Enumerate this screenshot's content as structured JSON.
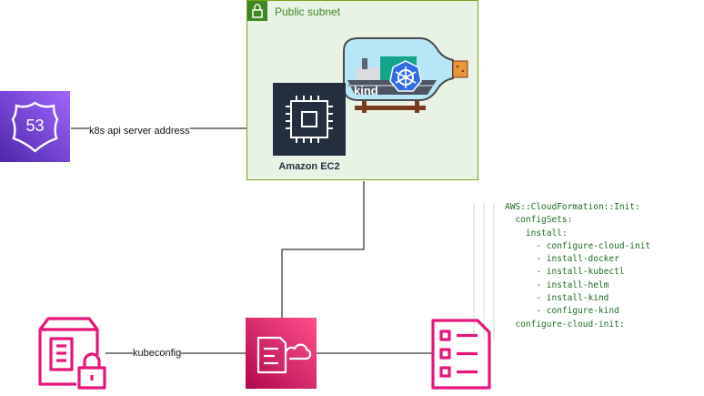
{
  "subnet": {
    "label": "Public subnet"
  },
  "ec2": {
    "label": "Amazon EC2"
  },
  "kind_logo": {
    "text": "kind"
  },
  "route53": {
    "label": "53"
  },
  "edges": {
    "dns": "k8s api server address",
    "kubeconfig": "kubeconfig"
  },
  "code": {
    "lines": [
      "AWS::CloudFormation::Init:",
      "  configSets:",
      "    install:",
      "      - configure-cloud-init",
      "      - install-docker",
      "      - install-kubectl",
      "      - install-helm",
      "      - install-kind",
      "      - configure-kind",
      "  configure-cloud-init:"
    ]
  },
  "colors": {
    "subnet_fill": "#e9f3e5",
    "subnet_border": "#7aa116",
    "subnet_accent": "#3f8624",
    "ec2": "#232f3e",
    "route53_from": "#4d27aa",
    "route53_to": "#a166ff",
    "management_from": "#b0084d",
    "management_to": "#ff4f8b",
    "icon_pink": "#e7157b",
    "code_text": "#1d6b21"
  },
  "icons": [
    "lock-icon",
    "chip-icon",
    "kind-bottle-icon",
    "kubernetes-wheel-icon",
    "route53-shield-icon",
    "cloudformation-icon",
    "secure-document-icon",
    "checklist-icon"
  ]
}
